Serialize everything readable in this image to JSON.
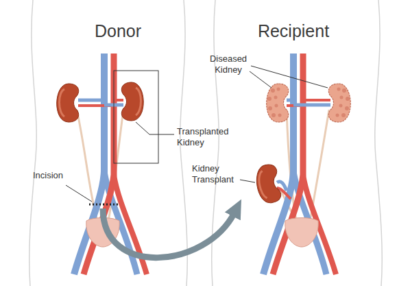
{
  "diagram": {
    "labels": [
      "Donor",
      "Recipient",
      "Transplanted Kidney",
      "Incision",
      "Diseased Kidney",
      "Kidney Transplant"
    ]
  }
}
